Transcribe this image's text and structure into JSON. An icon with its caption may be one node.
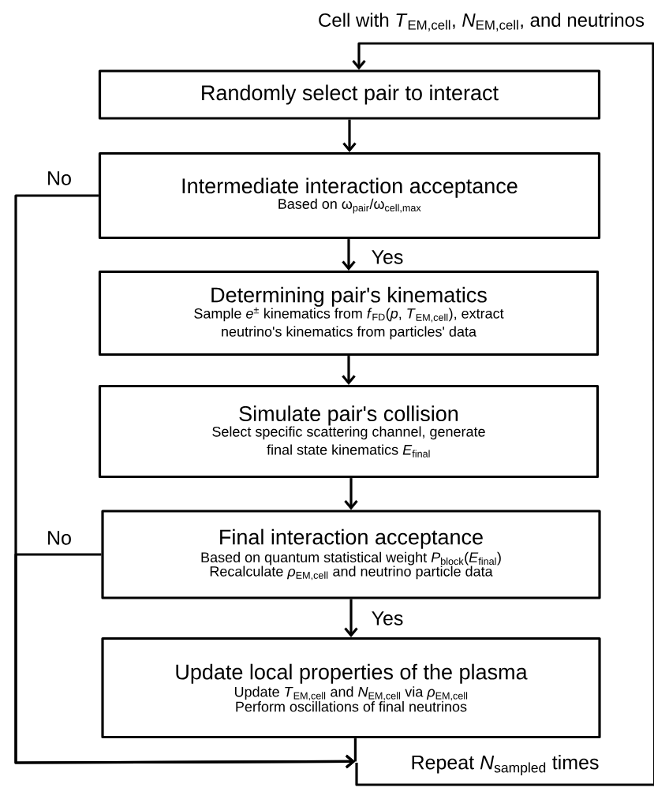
{
  "diagram": {
    "nodes": [
      {
        "text": [
          "Randomly select pair to interact"
        ]
      },
      {
        "text": [
          "Intermediate interaction acceptance",
          "Based on ω$_{pair}$/ω$_{cell,max}$"
        ]
      },
      {
        "text": [
          "Determining pair's kinematics",
          "Sample *e*$^{±}$ kinematics from *f*$_{FD}$(*p*, *T*$_{EM,cell}$), extract neutrino's kinematics from particles' data"
        ]
      },
      {
        "text": [
          "Simulate pair's collision",
          "Select specific scattering channel, generate final state kinematics *E*$_{final}$"
        ]
      },
      {
        "text": [
          "Final interaction acceptance",
          "Based on quantum statistical weight *P*$_{block}$(*E*$_{final}$)",
          "Recalculate *ρ*$_{EM,cell}$ and neutrino particle data"
        ]
      },
      {
        "text": [
          "Update local properties of the plasma",
          "Update *T*$_{EM,cell}$ and *N*$_{EM,cell}$ via *ρ*$_{EM,cell}$",
          "Perform oscillations of final neutrinos"
        ]
      },
      {
        "text": [
          "Repeat *N*$_{sampled}$ times"
        ]
      }
    ],
    "edges": [
      {
        "from": 0,
        "to": 1,
        "arrow": "to"
      },
      {
        "from": 1,
        "to": 2,
        "arrow": "to",
        "label": "Yes"
      },
      {
        "from": 2,
        "to": 3,
        "arrow": "to"
      },
      {
        "from": 3,
        "to": 4,
        "arrow": "to"
      },
      {
        "from": 4,
        "to": 5,
        "arrow": "to",
        "label": "Yes"
      },
      {
        "from": 5,
        "to": 6,
        "arrow": "none"
      },
      {
        "from": 1,
        "to": 6,
        "arrow": "to",
        "label": "No"
      },
      {
        "from": 4,
        "to": 6,
        "arrow": "to",
        "label": "No"
      },
      {
        "from": 6,
        "to": 0,
        "arrow": "to"
      }
    ],
    "labels": [
      "Cell with *T*$_{EM,cell}$, *N*$_{EM,cell}$, and neutrinos"
    ]
  }
}
